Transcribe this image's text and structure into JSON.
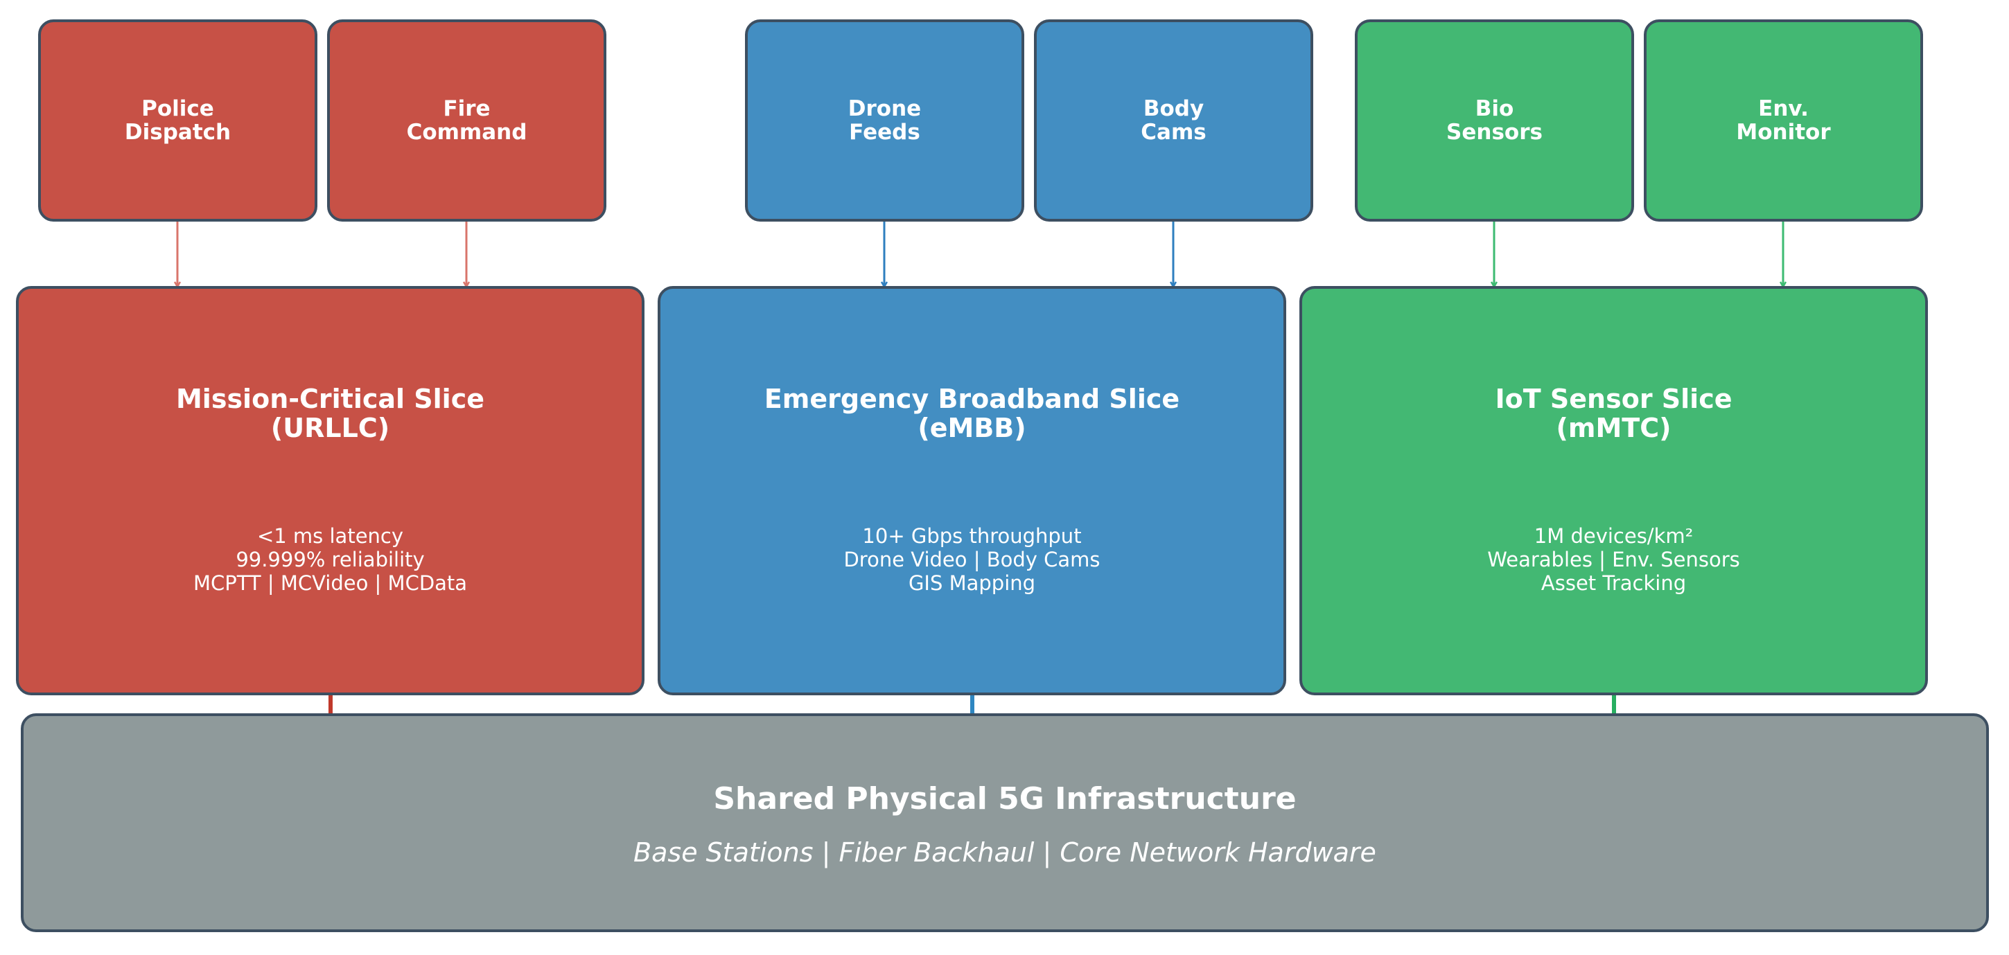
{
  "colors": {
    "mission_critical": "#c75146",
    "broadband": "#438ec2",
    "iot": "#43b873",
    "infrastructure": "#8f9a9b",
    "border": "#3d4f61"
  },
  "apps": [
    {
      "lines": [
        "Police",
        "Dispatch"
      ]
    },
    {
      "lines": [
        "Fire",
        "Command"
      ]
    },
    {
      "lines": [
        "Drone",
        "Feeds"
      ]
    },
    {
      "lines": [
        "Body",
        "Cams"
      ]
    },
    {
      "lines": [
        "Bio",
        "Sensors"
      ]
    },
    {
      "lines": [
        "Env.",
        "Monitor"
      ]
    }
  ],
  "slices": [
    {
      "title": [
        "Mission-Critical Slice",
        "(URLLC)"
      ],
      "details": [
        "<1 ms latency",
        "99.999% reliability",
        "MCPTT | MCVideo | MCData"
      ]
    },
    {
      "title": [
        "Emergency Broadband Slice",
        "(eMBB)"
      ],
      "details": [
        "10+ Gbps throughput",
        "Drone Video | Body Cams",
        "GIS Mapping"
      ]
    },
    {
      "title": [
        "IoT Sensor Slice",
        "(mMTC)"
      ],
      "details": [
        "1M devices/km²",
        "Wearables | Env. Sensors",
        "Asset Tracking"
      ]
    }
  ],
  "infrastructure": {
    "title": "Shared Physical 5G Infrastructure",
    "subtitle": "Base Stations | Fiber Backhaul | Core Network Hardware"
  }
}
